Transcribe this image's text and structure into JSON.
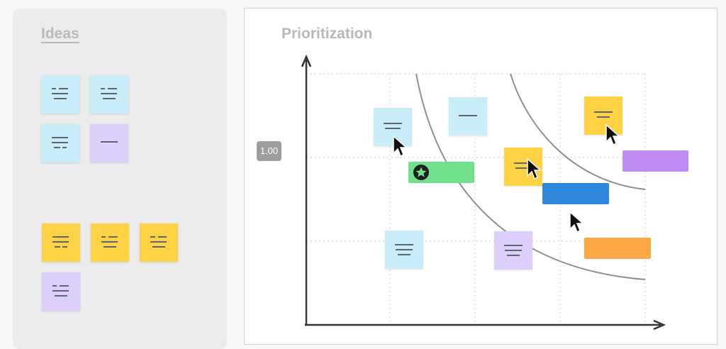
{
  "ideas_panel": {
    "title": "Ideas"
  },
  "board": {
    "title": "Prioritization",
    "y_axis_label": "1.00"
  },
  "colors": {
    "blue_note": "#c9eefa",
    "purple_note": "#dccffb",
    "yellow_note": "#fdd244",
    "green_bar": "#72e08d",
    "blue_bar": "#2f86dc",
    "purple_bar": "#c08cf4",
    "orange_bar": "#fca844",
    "note_lines": "#5f6670"
  },
  "icons": {
    "star": "star-icon",
    "cursor": "mouse-pointer-icon"
  }
}
